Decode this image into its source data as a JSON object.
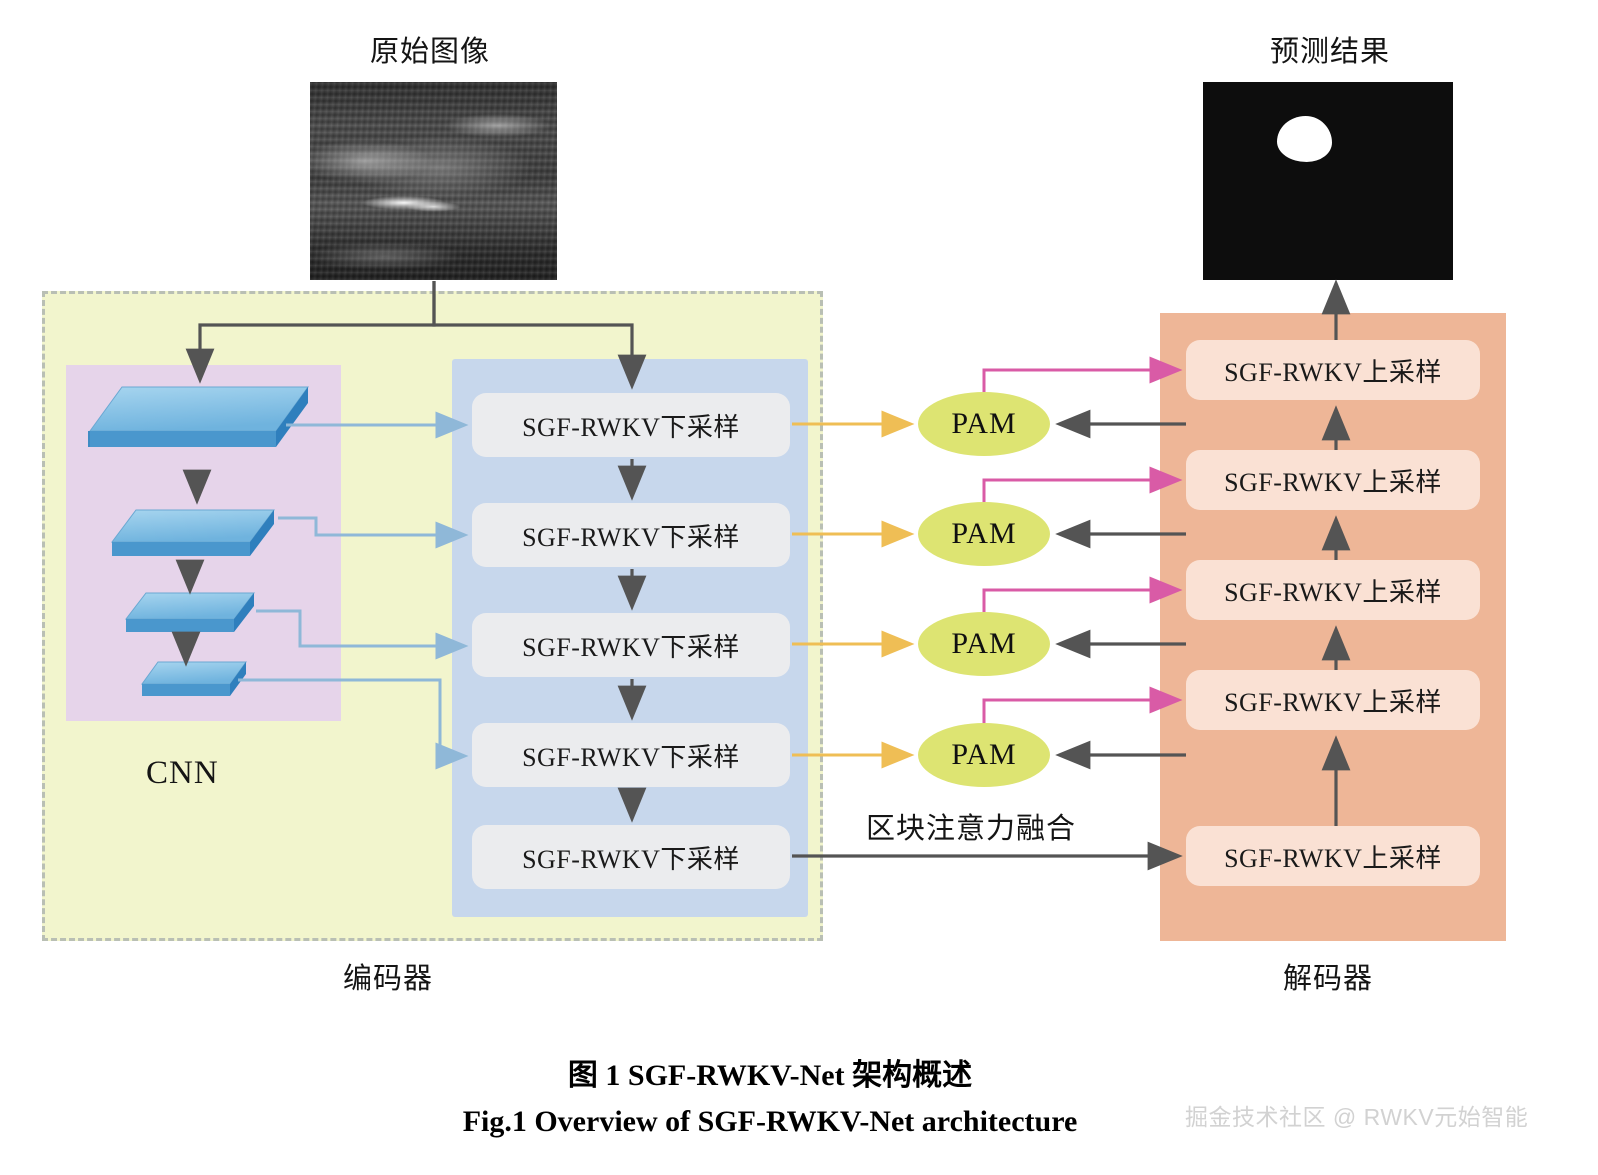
{
  "figure": {
    "input_image_label": "原始图像",
    "output_image_label": "预测结果",
    "encoder_label": "编码器",
    "decoder_label": "解码器",
    "cnn_label": "CNN",
    "fusion_label": "区块注意力融合",
    "caption_cn": "图 1    SGF-RWKV-Net 架构概述",
    "caption_en": "Fig.1    Overview of SGF-RWKV-Net architecture",
    "watermark": "掘金技术社区 @ RWKV元始智能"
  },
  "encoder": {
    "blocks": [
      {
        "label": "SGF-RWKV下采样"
      },
      {
        "label": "SGF-RWKV下采样"
      },
      {
        "label": "SGF-RWKV下采样"
      },
      {
        "label": "SGF-RWKV下采样"
      },
      {
        "label": "SGF-RWKV下采样"
      }
    ]
  },
  "decoder": {
    "blocks": [
      {
        "label": "SGF-RWKV上采样"
      },
      {
        "label": "SGF-RWKV上采样"
      },
      {
        "label": "SGF-RWKV上采样"
      },
      {
        "label": "SGF-RWKV上采样"
      },
      {
        "label": "SGF-RWKV上采样"
      }
    ]
  },
  "fusion": {
    "nodes": [
      {
        "label": "PAM"
      },
      {
        "label": "PAM"
      },
      {
        "label": "PAM"
      },
      {
        "label": "PAM"
      }
    ]
  },
  "cnn": {
    "stages": [
      {
        "name": "cnn-feature-map-1"
      },
      {
        "name": "cnn-feature-map-2"
      },
      {
        "name": "cnn-feature-map-3"
      },
      {
        "name": "cnn-feature-map-4"
      }
    ]
  },
  "colors": {
    "encoder_panel": "#f2f5cd",
    "encoder_border": "#b9bfb4",
    "cnn_panel": "#e6d4ea",
    "rwkv_column": "#c7d7ec",
    "encoder_chip": "#ebecee",
    "decoder_panel": "#eeb697",
    "decoder_chip": "#fae1d4",
    "pam_fill": "#dde472",
    "skip_arrow": "#8fb8d8",
    "encoder_to_pam_arrow": "#efbe55",
    "pam_to_decoder_arrow": "#d95ba6",
    "dark_arrow": "#545454",
    "slab_top": "#8fc6e8",
    "slab_side": "#2f7fbd"
  }
}
